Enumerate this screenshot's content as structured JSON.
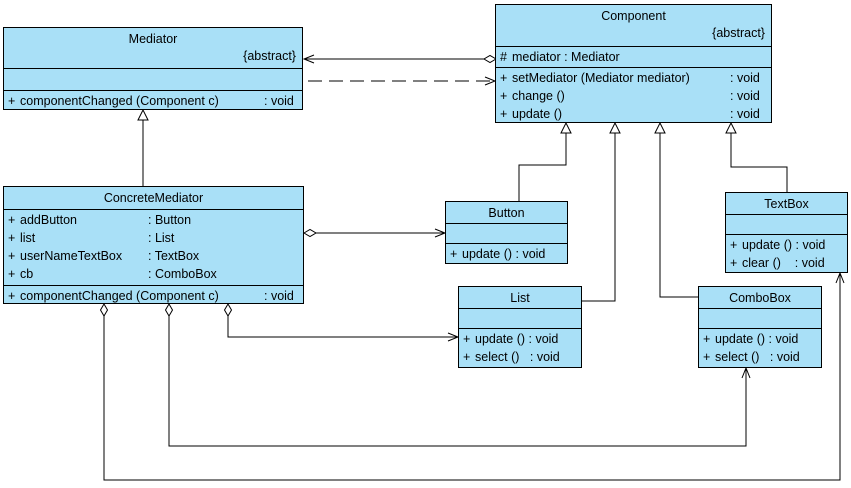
{
  "classes": {
    "mediator": {
      "name": "Mediator",
      "stereotype": "{abstract}",
      "operations": [
        {
          "vis": "+",
          "name": "componentChanged (Component c)",
          "type": ": void"
        }
      ]
    },
    "component": {
      "name": "Component",
      "stereotype": "{abstract}",
      "attributes": [
        {
          "vis": "#",
          "name": "mediator : Mediator"
        }
      ],
      "operations": [
        {
          "vis": "+",
          "name": "setMediator (Mediator mediator)",
          "type": ": void"
        },
        {
          "vis": "+",
          "name": "change ()",
          "type": ": void"
        },
        {
          "vis": "+",
          "name": "update ()",
          "type": ": void"
        }
      ]
    },
    "concrete_mediator": {
      "name": "ConcreteMediator",
      "attributes": [
        {
          "vis": "+",
          "name": "addButton",
          "type": ": Button"
        },
        {
          "vis": "+",
          "name": "list",
          "type": ": List"
        },
        {
          "vis": "+",
          "name": "userNameTextBox",
          "type": ": TextBox"
        },
        {
          "vis": "+",
          "name": "cb",
          "type": ": ComboBox"
        }
      ],
      "operations": [
        {
          "vis": "+",
          "name": "componentChanged (Component c)",
          "type": ": void"
        }
      ]
    },
    "button": {
      "name": "Button",
      "operations": [
        {
          "vis": "+",
          "name": "update () : void"
        }
      ]
    },
    "list": {
      "name": "List",
      "operations": [
        {
          "vis": "+",
          "name": "update () : void"
        },
        {
          "vis": "+",
          "name": "select ()   : void"
        }
      ]
    },
    "textbox": {
      "name": "TextBox",
      "operations": [
        {
          "vis": "+",
          "name": "update () : void"
        },
        {
          "vis": "+",
          "name": "clear ()    : void"
        }
      ]
    },
    "combobox": {
      "name": "ComboBox",
      "operations": [
        {
          "vis": "+",
          "name": "update () : void"
        },
        {
          "vis": "+",
          "name": "select ()   : void"
        }
      ]
    }
  },
  "colors": {
    "class_fill": "#a9e0f7",
    "line": "#000000"
  }
}
